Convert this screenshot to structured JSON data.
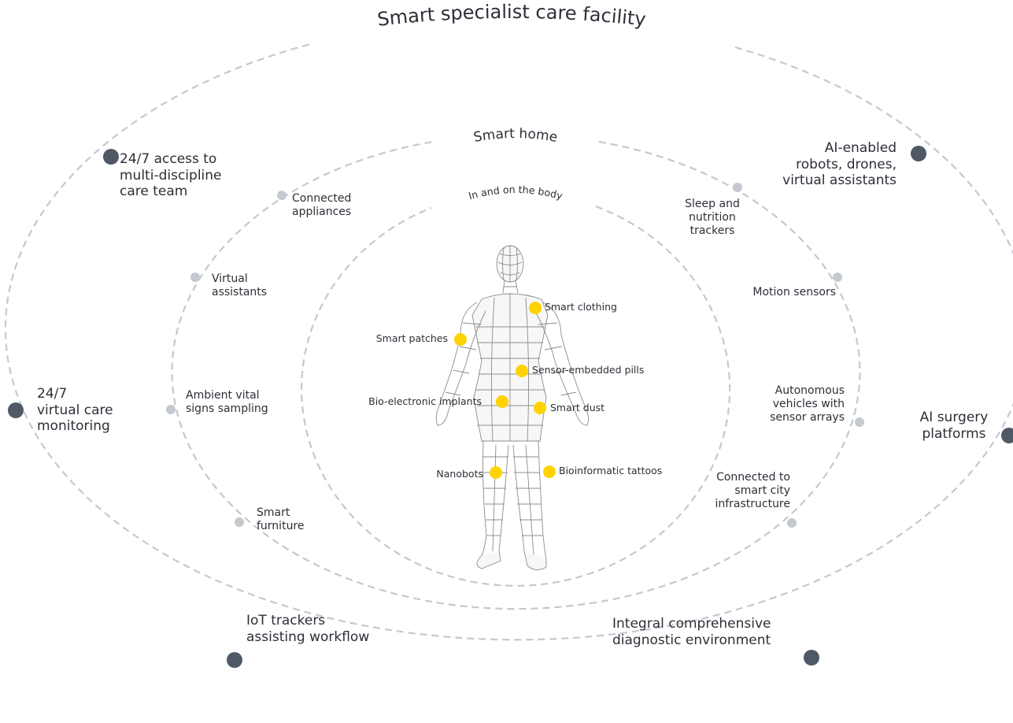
{
  "colors": {
    "ring": "#c4c8cf",
    "outer_dot": "#4f5966",
    "middle_dot": "#c4c8cf",
    "inner_dot": "#ffd200",
    "figure": "#9a9a9a"
  },
  "rings": {
    "outer_title": "Smart specialist care facility",
    "middle_title": "Smart home",
    "inner_title": "In and on the body"
  },
  "outer_items": [
    {
      "label_lines": [
        "24/7 access to",
        "multi-discipline",
        "care team"
      ]
    },
    {
      "label_lines": [
        "AI-enabled",
        "robots, drones,",
        "virtual assistants"
      ]
    },
    {
      "label_lines": [
        "24/7",
        "virtual care",
        "monitoring"
      ]
    },
    {
      "label_lines": [
        "AI surgery",
        "platforms"
      ]
    },
    {
      "label_lines": [
        "IoT trackers",
        "assisting workflow"
      ]
    },
    {
      "label_lines": [
        "Integral comprehensive",
        "diagnostic environment"
      ]
    }
  ],
  "middle_items": [
    {
      "label_lines": [
        "Connected",
        "appliances"
      ]
    },
    {
      "label_lines": [
        "Virtual",
        "assistants"
      ]
    },
    {
      "label_lines": [
        "Ambient vital",
        "signs sampling"
      ]
    },
    {
      "label_lines": [
        "Smart",
        "furniture"
      ]
    },
    {
      "label_lines": [
        "Sleep and",
        "nutrition",
        "trackers"
      ]
    },
    {
      "label_lines": [
        "Motion sensors"
      ]
    },
    {
      "label_lines": [
        "Autonomous",
        "vehicles with",
        "sensor arrays"
      ]
    },
    {
      "label_lines": [
        "Connected to",
        "smart city",
        "infrastructure"
      ]
    }
  ],
  "inner_items": [
    {
      "label": "Smart clothing"
    },
    {
      "label": "Smart patches"
    },
    {
      "label": "Sensor-embedded pills"
    },
    {
      "label": "Bio-electronic implants"
    },
    {
      "label": "Smart dust"
    },
    {
      "label": "Nanobots"
    },
    {
      "label": "Bioinformatic tattoos"
    }
  ]
}
